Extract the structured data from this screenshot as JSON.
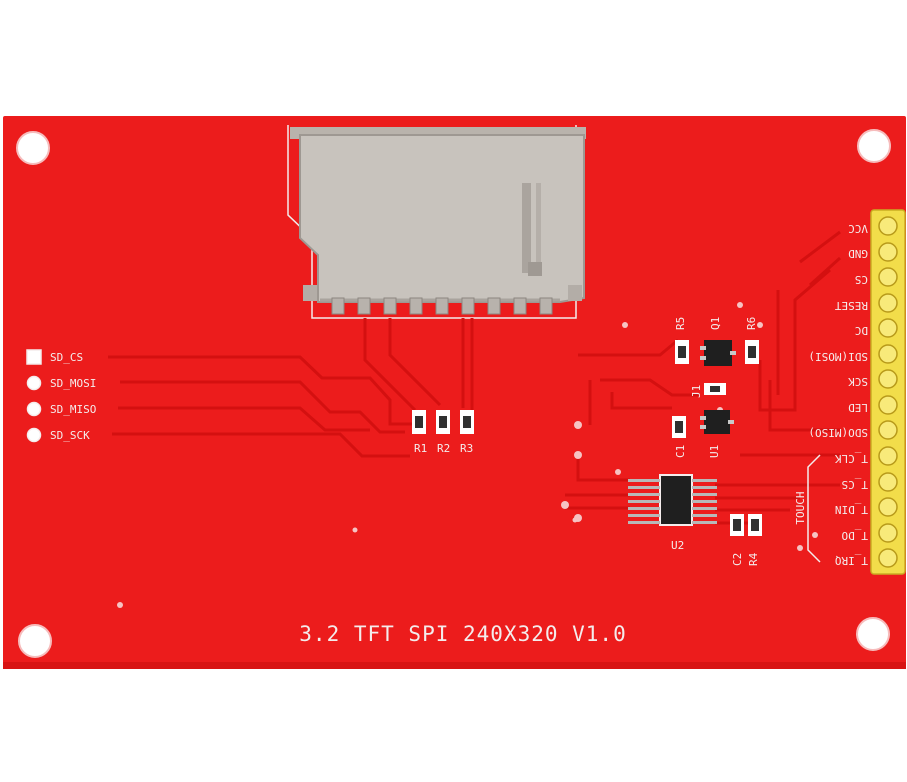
{
  "board": {
    "title": "3.2 TFT SPI 240X320 V1.0",
    "colors": {
      "pcb": "#ec1c1c",
      "pcb_edge": "#d81414",
      "silkscreen": "#f4ecec",
      "header_gold": "#f2dd4a",
      "sd_metal": "#c8c3bd"
    }
  },
  "sd_pins": {
    "labels": [
      "SD_CS",
      "SD_MOSI",
      "SD_MISO",
      "SD_SCK"
    ]
  },
  "resistors_left": {
    "labels": [
      "R1",
      "R2",
      "R3"
    ]
  },
  "header_pins": {
    "labels": [
      "VCC",
      "GND",
      "CS",
      "RESET",
      "DC",
      "SDI(MOSI)",
      "SCK",
      "LED",
      "SDO(MISO)",
      "T_CLK",
      "T_CS",
      "T_DIN",
      "T_DO",
      "T_IRQ"
    ],
    "touch_label": "TOUCH"
  },
  "components": {
    "r5": "R5",
    "q1": "Q1",
    "r6": "R6",
    "j1": "J1",
    "c1": "C1",
    "u1": "U1",
    "u2": "U2",
    "c2": "C2",
    "r4": "R4"
  }
}
